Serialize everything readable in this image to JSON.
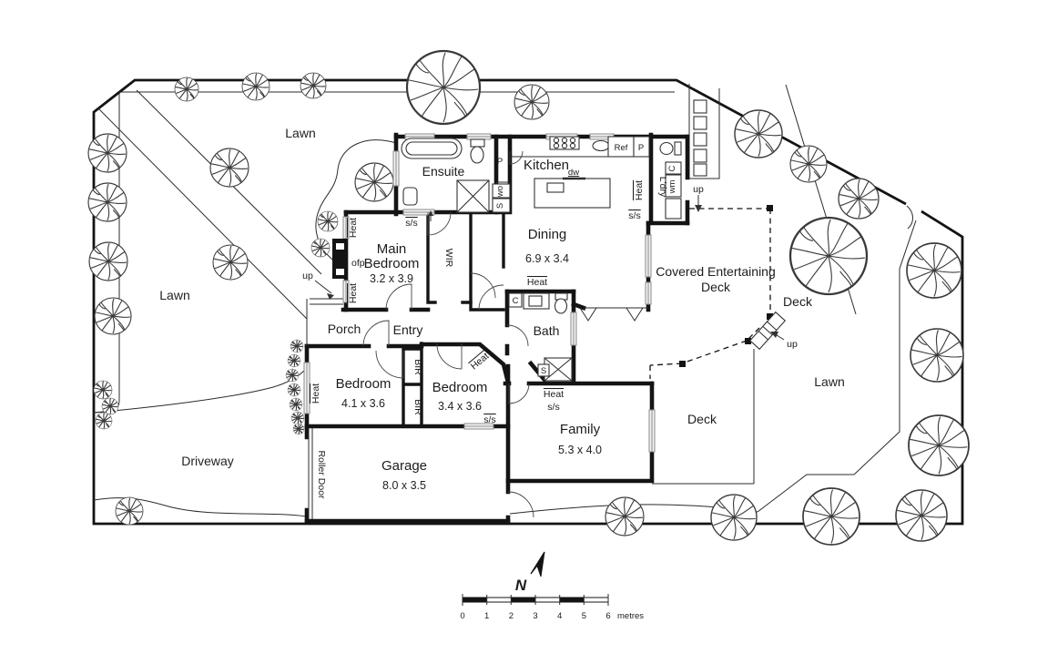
{
  "outdoor": {
    "lawn": "Lawn",
    "driveway": "Driveway"
  },
  "rooms": {
    "ensuite": "Ensuite",
    "kitchen": "Kitchen",
    "dining": {
      "name": "Dining",
      "dims": "6.9 x 3.4"
    },
    "main_bedroom": {
      "line1": "Main",
      "line2": "Bedroom",
      "dims": "3.2 x 3.9"
    },
    "porch": "Porch",
    "entry": "Entry",
    "bath": "Bath",
    "bedroom1": {
      "name": "Bedroom",
      "dims": "4.1 x 3.6"
    },
    "bedroom2": {
      "name": "Bedroom",
      "dims": "3.4 x 3.6"
    },
    "family": {
      "name": "Family",
      "dims": "5.3 x 4.0"
    },
    "garage": {
      "name": "Garage",
      "dims": "8.0 x 3.5"
    },
    "laundry": "L'dry",
    "wir": "WIR",
    "covered_deck": {
      "line1": "Covered Entertaining",
      "line2": "Deck"
    },
    "deck_upper": "Deck",
    "deck_lower": "Deck"
  },
  "fixtures": {
    "pantry": "P",
    "wall_oven": "wo",
    "stove": "S",
    "fridge": "Ref",
    "dishwasher": "dw",
    "cupboard": "C",
    "washing_machine": "wm",
    "shower": "S",
    "fireplace": "ofp",
    "robe": "BIR",
    "roller_door": "Roller Door"
  },
  "annotations": {
    "heat": "Heat",
    "smoke_sensor": "s/s",
    "up": "up"
  },
  "compass": {
    "north": "N"
  },
  "scale_bar": {
    "ticks": [
      "0",
      "1",
      "2",
      "3",
      "4",
      "5",
      "6"
    ],
    "unit": "metres"
  },
  "site": {
    "trees": [
      [
        205,
        98,
        13
      ],
      [
        281,
        95,
        15
      ],
      [
        344,
        94,
        14
      ],
      [
        487,
        96,
        40
      ],
      [
        584,
        112,
        19
      ],
      [
        833,
        147,
        26
      ],
      [
        888,
        180,
        20
      ],
      [
        943,
        218,
        22
      ],
      [
        910,
        281,
        42
      ],
      [
        1026,
        297,
        30
      ],
      [
        1029,
        390,
        29
      ],
      [
        1031,
        489,
        33
      ],
      [
        1012,
        566,
        28
      ],
      [
        913,
        567,
        31
      ],
      [
        806,
        568,
        25
      ],
      [
        686,
        567,
        21
      ],
      [
        142,
        561,
        15
      ],
      [
        118,
        168,
        21
      ],
      [
        118,
        222,
        21
      ],
      [
        119,
        287,
        21
      ],
      [
        124,
        347,
        20
      ],
      [
        252,
        184,
        21
      ],
      [
        253,
        288,
        19
      ],
      [
        411,
        200,
        21
      ],
      [
        360,
        243,
        11
      ],
      [
        352,
        272,
        10
      ],
      [
        326,
        380,
        7
      ],
      [
        323,
        396,
        7
      ],
      [
        321,
        412,
        7
      ],
      [
        323,
        428,
        7
      ],
      [
        325,
        444,
        7
      ],
      [
        327,
        459,
        7
      ],
      [
        328,
        471,
        6
      ],
      [
        113,
        428,
        10
      ],
      [
        121,
        446,
        9
      ],
      [
        114,
        462,
        9
      ]
    ]
  }
}
